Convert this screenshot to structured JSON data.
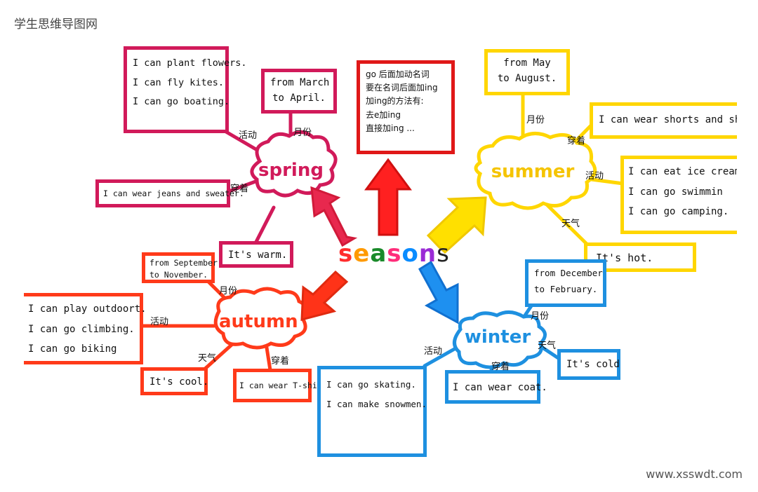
{
  "watermark_top": "学生思维导图网",
  "watermark_bottom": "www.xsswdt.com",
  "center": {
    "letters": [
      "s",
      "e",
      "a",
      "s",
      "o",
      "n",
      "s"
    ],
    "letter_colors": [
      "#ff2d2d",
      "#ff9a00",
      "#1a8a2a",
      "#ff2d7a",
      "#0a8cff",
      "#9a2bd6",
      "#222222"
    ]
  },
  "colors": {
    "spring": "#d11a5a",
    "summer": "#ffd600",
    "autumn": "#ff3a1a",
    "winter": "#1e90e0",
    "grammar": "#e01818"
  },
  "grammar_note": {
    "lines": [
      "go 后面加动名词",
      "要在名词后面加ing",
      "加ing的方法有:",
      "去e加ing",
      "直接加ing ..."
    ]
  },
  "spring": {
    "name": "spring",
    "activities": [
      "I can plant flowers.",
      "I can fly kites.",
      "I can go boating."
    ],
    "months": [
      "from March",
      "to April."
    ],
    "clothes": [
      "I can wear jeans and sweater."
    ],
    "weather": [
      "It's warm."
    ],
    "label_activities": "活动",
    "label_months": "月份",
    "label_clothes": "穿着"
  },
  "summer": {
    "name": "summer",
    "months": [
      "from May",
      "to August."
    ],
    "clothes": [
      "I can wear shorts and shi"
    ],
    "activities": [
      "I can eat ice cream",
      "I can go swimmin",
      "I can go camping."
    ],
    "weather": [
      "It's hot."
    ],
    "label_months": "月份",
    "label_clothes": "穿着",
    "label_activities": "活动",
    "label_weather": "天气"
  },
  "autumn": {
    "name": "autumn",
    "months": [
      "from September",
      "to November."
    ],
    "activities": [
      "I can play outdoort.",
      "I can go climbing.",
      "I can go biking"
    ],
    "weather": [
      "It's cool."
    ],
    "clothes": [
      "I can wear T-shirt."
    ],
    "label_months": "月份",
    "label_activities": "活动",
    "label_weather": "天气",
    "label_clothes": "穿着"
  },
  "winter": {
    "name": "winter",
    "months": [
      "from December",
      "to February."
    ],
    "activities": [
      "I can go skating.",
      "I can make snowmen."
    ],
    "clothes": [
      "I can wear coat."
    ],
    "weather": [
      "It's cold"
    ],
    "label_months": "月份",
    "label_activities": "活动",
    "label_clothes": "穿着",
    "label_weather": "天气"
  }
}
